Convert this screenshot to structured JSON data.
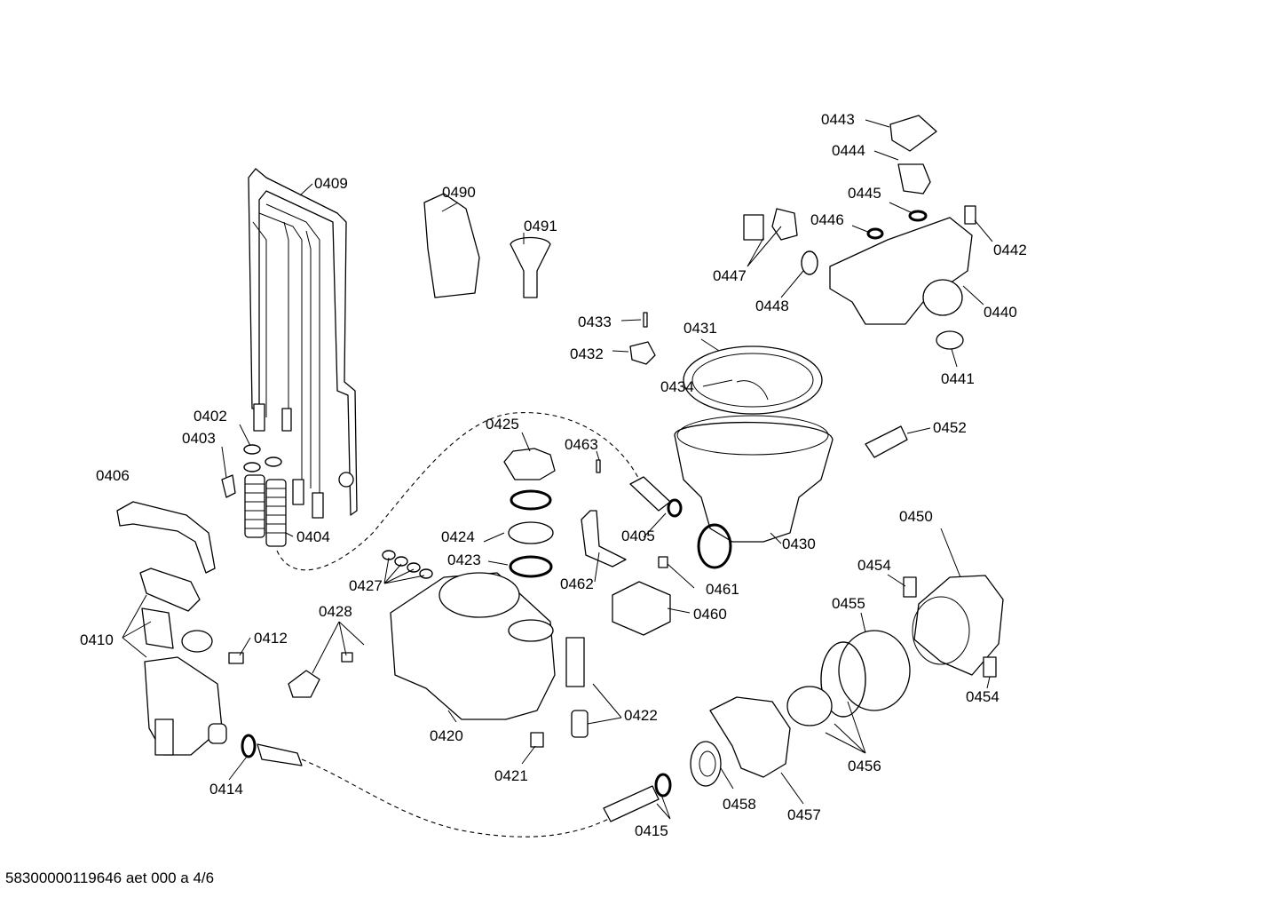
{
  "footer_text": "58300000119646 aet 000 a 4/6",
  "part_labels": {
    "p0402": "0402",
    "p0403": "0403",
    "p0404": "0404",
    "p0406": "0406",
    "p0409": "0409",
    "p0410": "0410",
    "p0412": "0412",
    "p0414": "0414",
    "p0415": "0415",
    "p0420": "0420",
    "p0421": "0421",
    "p0422": "0422",
    "p0423": "0423",
    "p0424": "0424",
    "p0425": "0425",
    "p0427": "0427",
    "p0428": "0428",
    "p0430": "0430",
    "p0431": "0431",
    "p0432": "0432",
    "p0433": "0433",
    "p0434": "0434",
    "p0440": "0440",
    "p0441": "0441",
    "p0442": "0442",
    "p0443": "0443",
    "p0444": "0444",
    "p0445": "0445",
    "p0446": "0446",
    "p0447": "0447",
    "p0448": "0448",
    "p0450": "0450",
    "p0452": "0452",
    "p0454a": "0454",
    "p0454b": "0454",
    "p0455": "0455",
    "p0456": "0456",
    "p0457": "0457",
    "p0458": "0458",
    "p0460": "0460",
    "p0461": "0461",
    "p0462": "0462",
    "p0463": "0463",
    "p0490": "0490",
    "p0491": "0491",
    "p0405": "0405"
  }
}
